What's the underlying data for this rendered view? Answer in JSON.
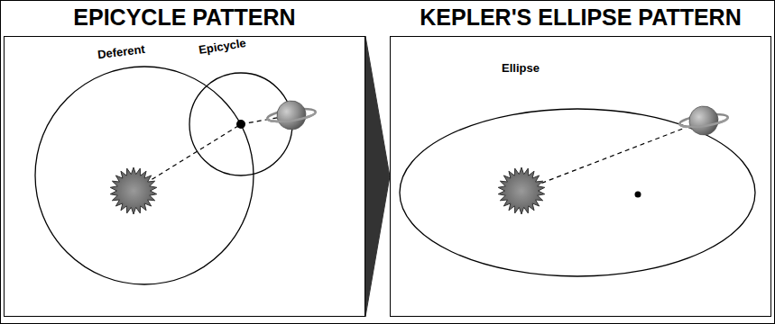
{
  "diagram": {
    "nodes": [
      {
        "text": [
          "EPICYCLE PATTERN"
        ]
      },
      {
        "text": [
          "KEPLER'S ELLIPSE PATTERN"
        ]
      }
    ],
    "edges": [
      {
        "from": 0,
        "to": 1,
        "arrow": "to"
      }
    ],
    "labels": [
      "Deferent",
      "Epicycle",
      "Ellipse"
    ]
  }
}
